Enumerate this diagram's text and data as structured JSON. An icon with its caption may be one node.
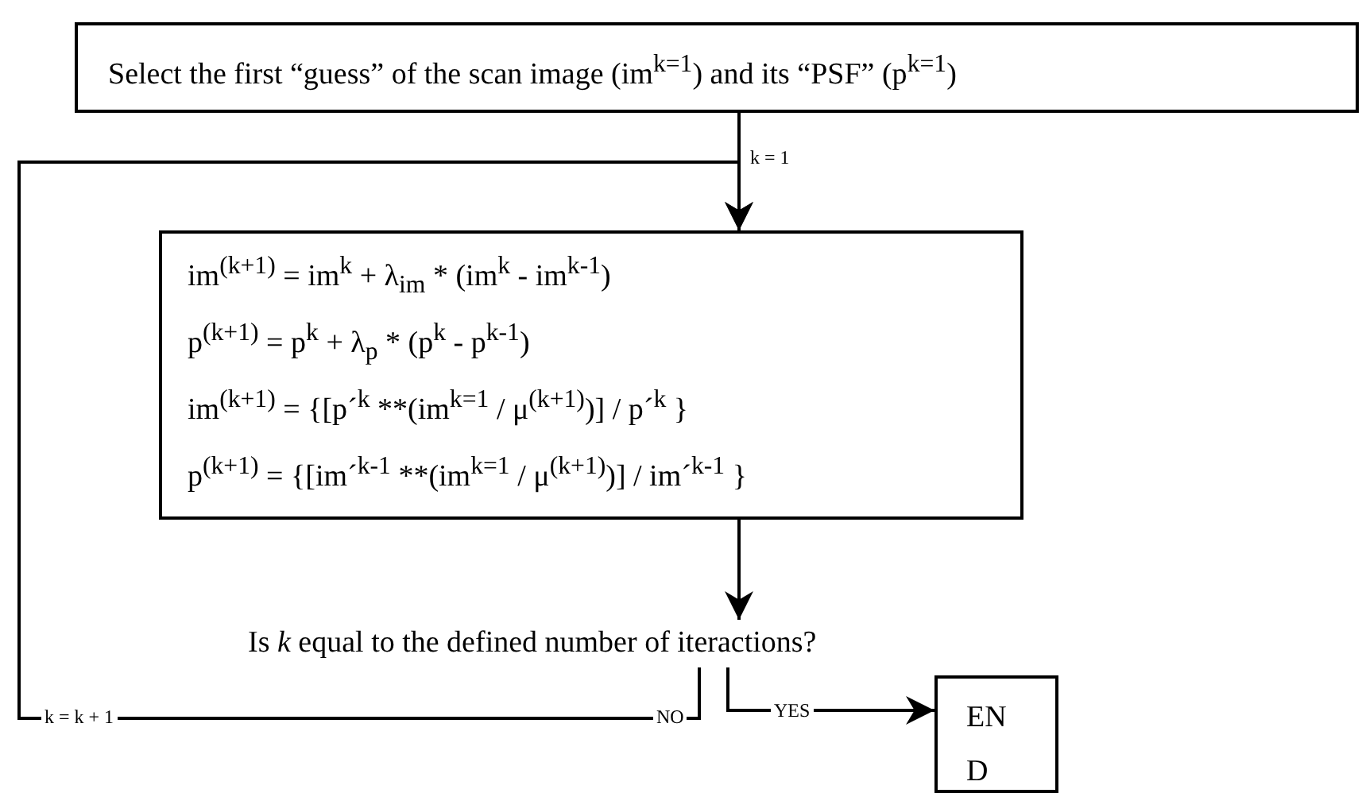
{
  "diagram": {
    "nodes": [
      {
        "text": [
          "Select the first “guess” of the scan image (im$^{k=1}$) and its “PSF” (p$^{k=1}$)"
        ]
      },
      {
        "text": [
          "im$^{(k+1)}$ = im$^{k}$ + λ$_{im}$ * (im$^{k}$ - im$^{k-1}$)",
          "p$^{(k+1)}$ = p$^{k}$ + λ$_{p}$ * (p$^{k}$ - p$^{k-1}$)",
          "im$^{(k+1)}$ = {[p´$^{k}$ **(im$^{k=1}$ / μ$^{(k+1)}$)] / p´$^{k}$ }",
          "p$^{(k+1)}$ = {[im´$^{k-1}$ **(im$^{k=1}$ / μ$^{(k+1)}$)] / im´$^{k-1}$ }"
        ]
      },
      {
        "text": [
          "Is *k* equal to the defined number of iteractions?"
        ]
      },
      {
        "text": [
          "END"
        ]
      }
    ],
    "edges": [
      {
        "from": 0,
        "to": 1,
        "arrow": "to",
        "label": "k = 1"
      },
      {
        "from": 1,
        "to": 2,
        "arrow": "to"
      },
      {
        "from": 2,
        "to": 1,
        "arrow": "to",
        "label": "NO"
      },
      {
        "from": 2,
        "to": 3,
        "arrow": "to",
        "label": "YES"
      }
    ],
    "labels": [
      "k = k + 1"
    ]
  }
}
